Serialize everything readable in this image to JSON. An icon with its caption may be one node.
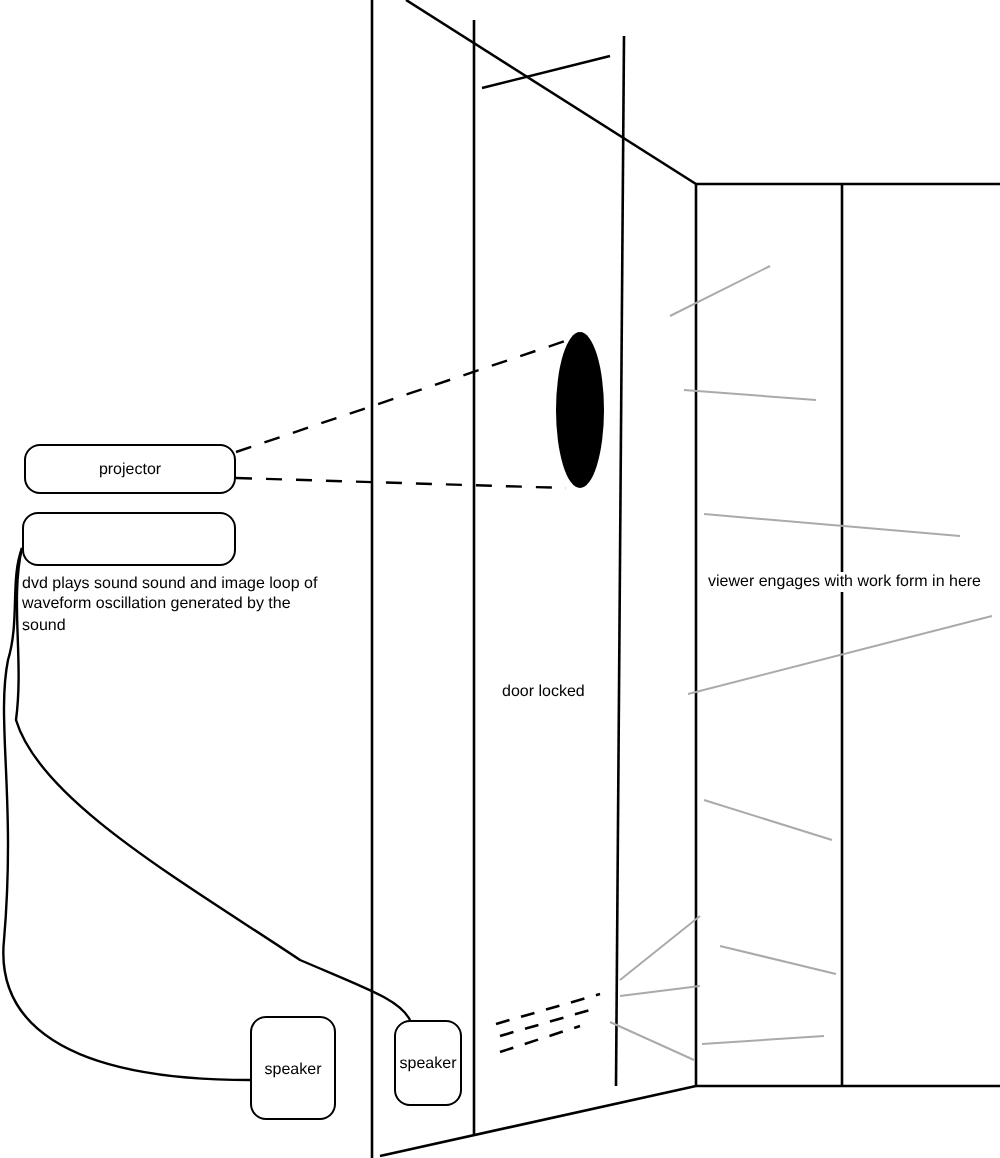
{
  "diagram": {
    "nodes": [
      {
        "text": [
          "projector"
        ]
      },
      {
        "text": [],
        "shape": "box",
        "beside": [
          "dvd plays sound  sound and  image loop of waveform oscillation generated by the sound"
        ]
      },
      {
        "text": [
          "speaker"
        ]
      },
      {
        "text": [
          "speaker"
        ]
      },
      {
        "text": [],
        "shape": "ellipse"
      }
    ],
    "edges": [
      {
        "from": 0,
        "to": 4,
        "arrow": "none",
        "style": "dashed"
      },
      {
        "from": 0,
        "to": 4,
        "arrow": "none",
        "style": "dashed"
      },
      {
        "from": 1,
        "to": 2,
        "arrow": "none"
      },
      {
        "from": 1,
        "to": 3,
        "arrow": "none"
      }
    ],
    "labels": [
      "door locked",
      "viewer engages with work form in here"
    ]
  }
}
